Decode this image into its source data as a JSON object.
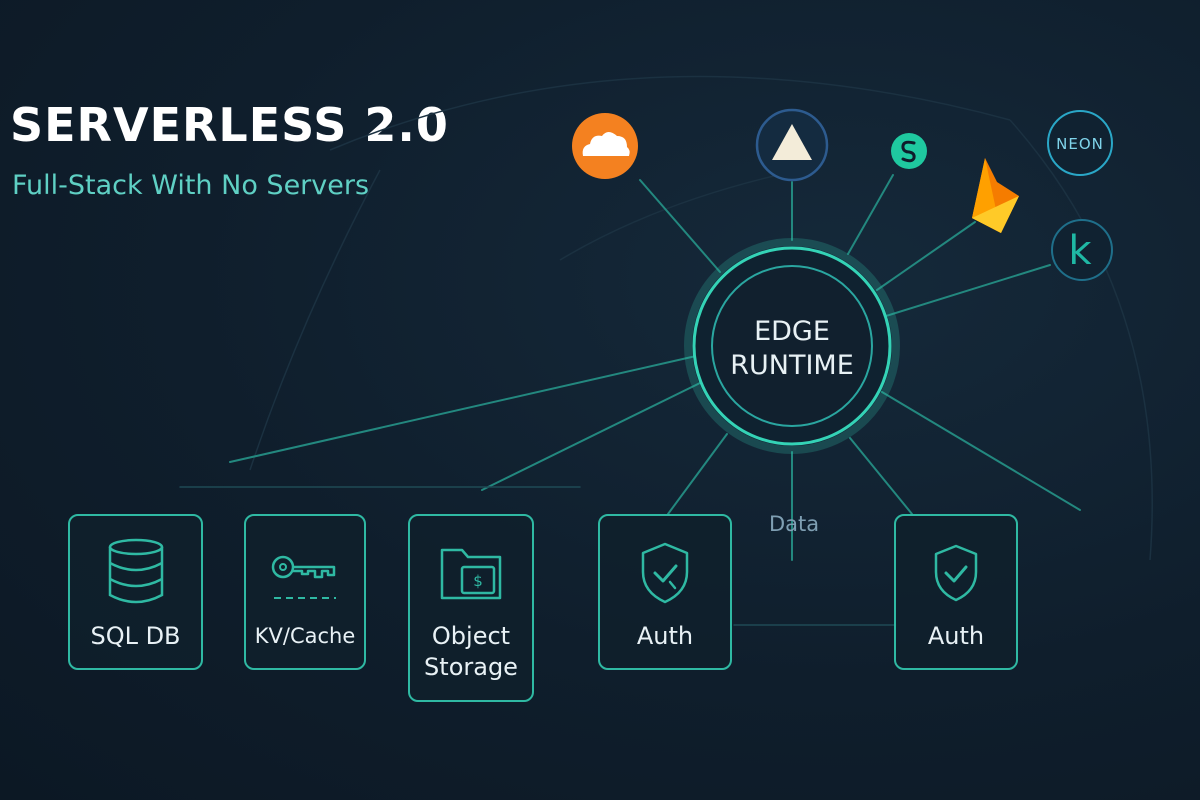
{
  "header": {
    "title": "SERVERLESS 2.0",
    "subtitle": "Full-Stack With No Servers"
  },
  "hub": {
    "line1": "EDGE",
    "line2": "RUNTIME"
  },
  "connector_label": "Data",
  "providers": [
    {
      "name": "cloudflare-logo",
      "color": "#f48120"
    },
    {
      "name": "vercel-logo",
      "color": "#1d3a6e"
    },
    {
      "name": "supabase-logo",
      "color": "#3ecf8e"
    },
    {
      "name": "firebase-logo",
      "color": "#ffa000"
    },
    {
      "name": "neon-logo",
      "text": "NEON",
      "color": "#2aa7c7"
    },
    {
      "name": "k-logo",
      "text": "k",
      "color": "#1fb8a4"
    }
  ],
  "cards": [
    {
      "id": "sql-db",
      "label": "SQL DB",
      "icon": "database-icon"
    },
    {
      "id": "kv-cache",
      "label": "KV/Cache",
      "icon": "key-icon"
    },
    {
      "id": "object-storage",
      "label_line1": "Object",
      "label_line2": "Storage",
      "icon": "folder-icon"
    },
    {
      "id": "auth-1",
      "label": "Auth",
      "icon": "shield-check-icon"
    },
    {
      "id": "auth-2",
      "label": "Auth",
      "icon": "shield-check-icon"
    }
  ],
  "colors": {
    "background": "#0f1d2b",
    "accent": "#2fb9a3",
    "title": "#ffffff",
    "subtitle": "#5fd0c4"
  }
}
